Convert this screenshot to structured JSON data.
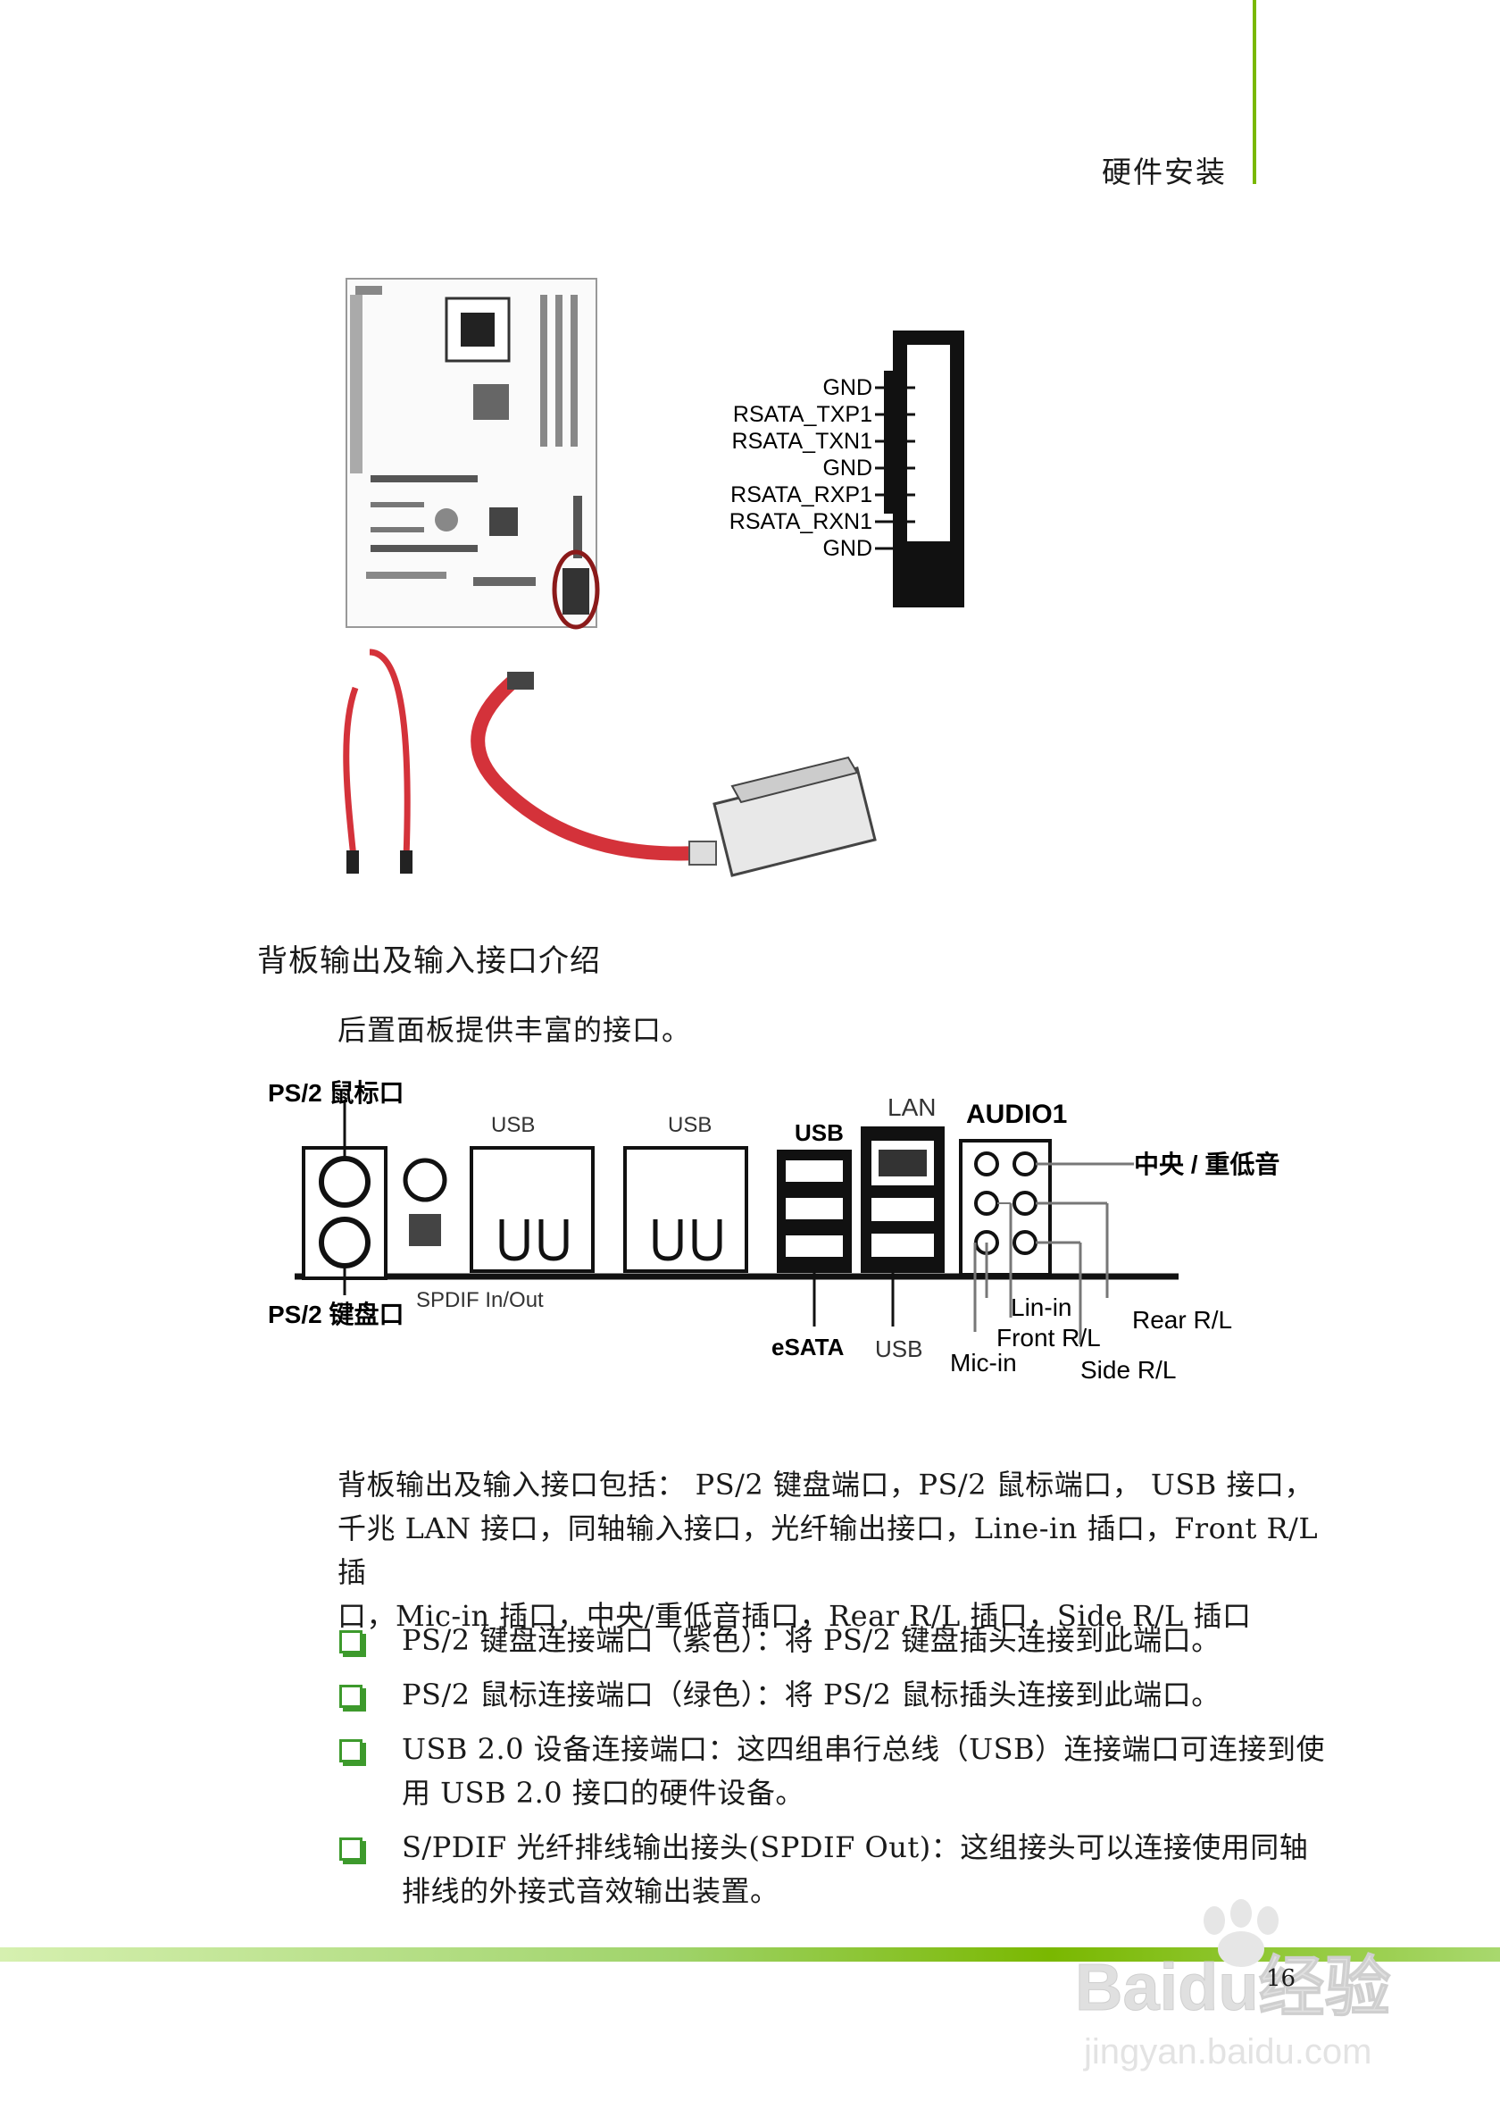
{
  "header": {
    "title": "硬件安装"
  },
  "sata_diagram": {
    "pins": [
      "GND",
      "RSATA_TXP1",
      "RSATA_TXN1",
      "GND",
      "RSATA_RXP1",
      "RSATA_RXN1",
      "GND"
    ]
  },
  "section": {
    "heading": "背板输出及输入接口介绍",
    "intro": "后置面板提供丰富的接口。"
  },
  "rear_panel": {
    "labels": {
      "ps2_mouse": "PS/2 鼠标口",
      "ps2_keyboard": "PS/2 键盘口",
      "spdif": "SPDIF In/Out",
      "usb_1": "USB",
      "usb_2": "USB",
      "usb_3": "USB",
      "lan": "LAN",
      "audio": "AUDIO1",
      "center_sub": "中央 / 重低音",
      "esata": "eSATA",
      "usb_bottom": "USB",
      "line_in": "Lin-in",
      "front_rl": "Front R/L",
      "mic_in": "Mic-in",
      "rear_rl": "Rear R/L",
      "side_rl": "Side R/L"
    }
  },
  "summary": {
    "lines": [
      "背板输出及输入接口包括： PS/2 键盘端口，PS/2 鼠标端口， USB 接口，",
      "千兆 LAN 接口，同轴输入接口，光纤输出接口，Line-in 插口，Front R/L 插",
      "口，Mic-in 插口，中央/重低音插口，Rear R/L 插口，Side R/L 插口"
    ]
  },
  "bullets": [
    "PS/2 键盘连接端口（紫色）：将 PS/2 键盘插头连接到此端口。",
    "PS/2 鼠标连接端口（绿色）：将 PS/2 鼠标插头连接到此端口。",
    "USB 2.0 设备连接端口：这四组串行总线（USB）连接端口可连接到使用 USB 2.0 接口的硬件设备。",
    "S/PDIF 光纤排线输出接头(SPDIF Out)：这组接头可以连接使用同轴排线的外接式音效输出装置。"
  ],
  "footer": {
    "page_number": "16"
  },
  "watermark": {
    "brand": "Baidu经验",
    "url": "jingyan.baidu.com"
  },
  "colors": {
    "accent": "#7ab800",
    "bullet": "#3d9a2c",
    "cable": "#d4323a",
    "highlight_ring": "#8b1a1a"
  }
}
